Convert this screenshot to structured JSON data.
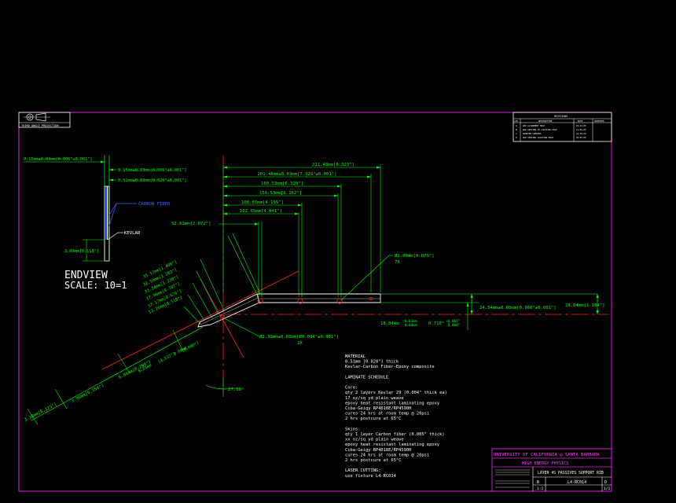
{
  "colors": {
    "background": "#000000",
    "frame": "#e020e0",
    "dimension": "#00ff00",
    "center_line": "#ff2020",
    "part": "#ffffff",
    "carbon_fiber": "#2040ff",
    "callout": "#4060ff",
    "title_text": "#ff40ff"
  },
  "projection_block": {
    "label": "THIRD ANGLE PROJECTION"
  },
  "revision_block": {
    "header": "REVISIONS",
    "columns": [
      "LTR",
      "DESCRIPTION",
      "DATE",
      "APPROVED"
    ],
    "rows": [
      {
        "ltr": "A",
        "desc": "ADD ALIGNMENT HOLE",
        "date": "10-23-03"
      },
      {
        "ltr": "B",
        "desc": "ADD SPACING TO LOCATING HOLE",
        "date": "11-05-03"
      },
      {
        "ltr": "C",
        "desc": "SHORTEN LENGTHS",
        "date": "12-10-03"
      },
      {
        "ltr": "D",
        "desc": "ADD TOOLING LOCATING HOLE",
        "date": "02-03-04"
      }
    ]
  },
  "endview": {
    "dims": [
      "0.15mm±0.03mm[0.006\"±0.001\"]",
      "0.15mm±0.03mm[0.006\"±0.001\"]",
      "0.51mm±0.03mm[0.020\"±0.001\"]",
      "3.00mm[0.118\"]"
    ],
    "carbon_fiber_label": "CARBON FIBER",
    "kevlar_label": "KEVLAR",
    "title": "ENDVIEW",
    "scale": "SCALE: 10=1"
  },
  "horizontal_dims": [
    "211.48mm[8.323\"]",
    "201.48mm±0.03mm[7.929\"±0.001\"]",
    "160.53mm[6.320\"]",
    "156.53mm[6.162\"]",
    "106.65mm[4.199\"]",
    "102.65mm[4.041\"]",
    "52.63mm[2.072\"]"
  ],
  "hole_callout": {
    "dia": "Ø2.00mm[0.079\"]",
    "qty": "7X"
  },
  "angled_dims": [
    "35.57mm[1.400\"]",
    "32.59mm[1.283\"]",
    "31.24mm[1.230\"]",
    "17.96mm[0.707\"]",
    "17.17mm[0.676\"]",
    "13.16mm[0.518\"]"
  ],
  "side_dims": {
    "height": "24.54mm±0.03mm[0.966\"±0.001\"]",
    "right": "28.04mm[1.104\"]",
    "small": "18.04mm",
    "tol1": "+0.03mm",
    "tol2": "-0.00mm",
    "inch": "0.710\"",
    "itol1": "+0.001\"",
    "itol2": "-0.000\""
  },
  "lower_dims": {
    "tool_hole": "Ø2.39mm±0.03mm[Ø0.094\"±0.001\"]",
    "tool_qty": "2X",
    "angle": "27.00°",
    "d1": "3.18mm[0.125\"]",
    "d2": "3.90mm[0.154\"]",
    "d3": "6.84mm[0.269\"]",
    "d4": "6.03mm",
    "d4b": "[0.237\"]",
    "d5": "0.00mm",
    "d5b": "[0.000\"]"
  },
  "notes": [
    "MATERIAL",
    "0.51mm [0.020\"] thick",
    "Kevlar-Carbon Fiber-Epoxy composite",
    "",
    "LAMINATE SCHEDULE",
    "",
    "Core:",
    "qty 2 layers Kevlar 29 (0.004\" thick ea)",
    " 17 oz/sq yd plain weave",
    "epoxy heat resistant laminating epoxy",
    " Ciba-Geigy RP4018E/RP4590H",
    "cures 24 hrs at room temp @ 20psi",
    " 2 hrs postcure at 65°C",
    "",
    "Skins:",
    "qty 1 layer Carbon fiber (0.005\" thick)",
    " xx oz/sq yd plain weave",
    "epoxy heat resistant laminating epoxy",
    " Ciba-Geigy RP4018E/RP4590H",
    "cures 24 hrs at room temp @ 20psi",
    " 2 hrs postcure at 65°C",
    "",
    "LASER CUTTING:",
    "use fixture L4-RC014"
  ],
  "title_block": {
    "university": "UNIVERSITY OF CALIFORNIA @ SANTA BARBARA",
    "department": "HIGH ENERGY PHYSICS",
    "part_title": "LAYER 4S PASSIVES SUPPORT RIB",
    "size": "B",
    "dwg_no": "L4-RC014",
    "rev": "D",
    "scale": "1:1",
    "sheet": "1/1"
  }
}
